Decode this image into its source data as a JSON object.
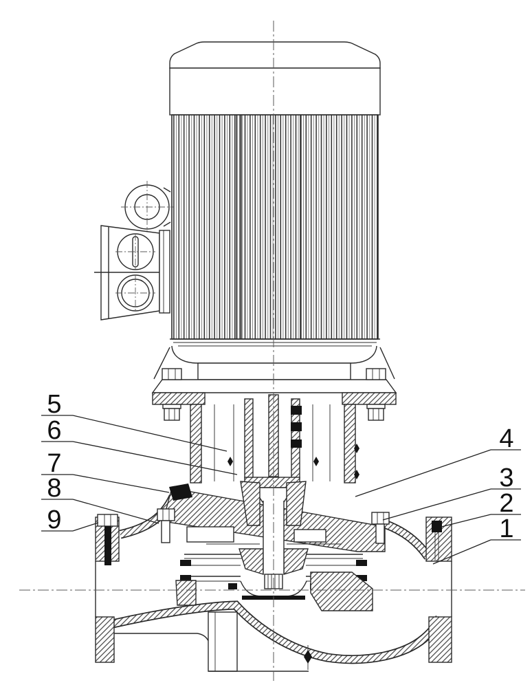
{
  "figure": {
    "type": "technical-drawing",
    "subject": "Vertical inline centrifugal pump sectional drawing",
    "background": "#ffffff",
    "line_color": "#2a2a2a",
    "centerline_color": "#5a5a5a",
    "callouts": [
      {
        "label": "1"
      },
      {
        "label": "2"
      },
      {
        "label": "3"
      },
      {
        "label": "4"
      },
      {
        "label": "5"
      },
      {
        "label": "6"
      },
      {
        "label": "7"
      },
      {
        "label": "8"
      },
      {
        "label": "9"
      }
    ]
  }
}
